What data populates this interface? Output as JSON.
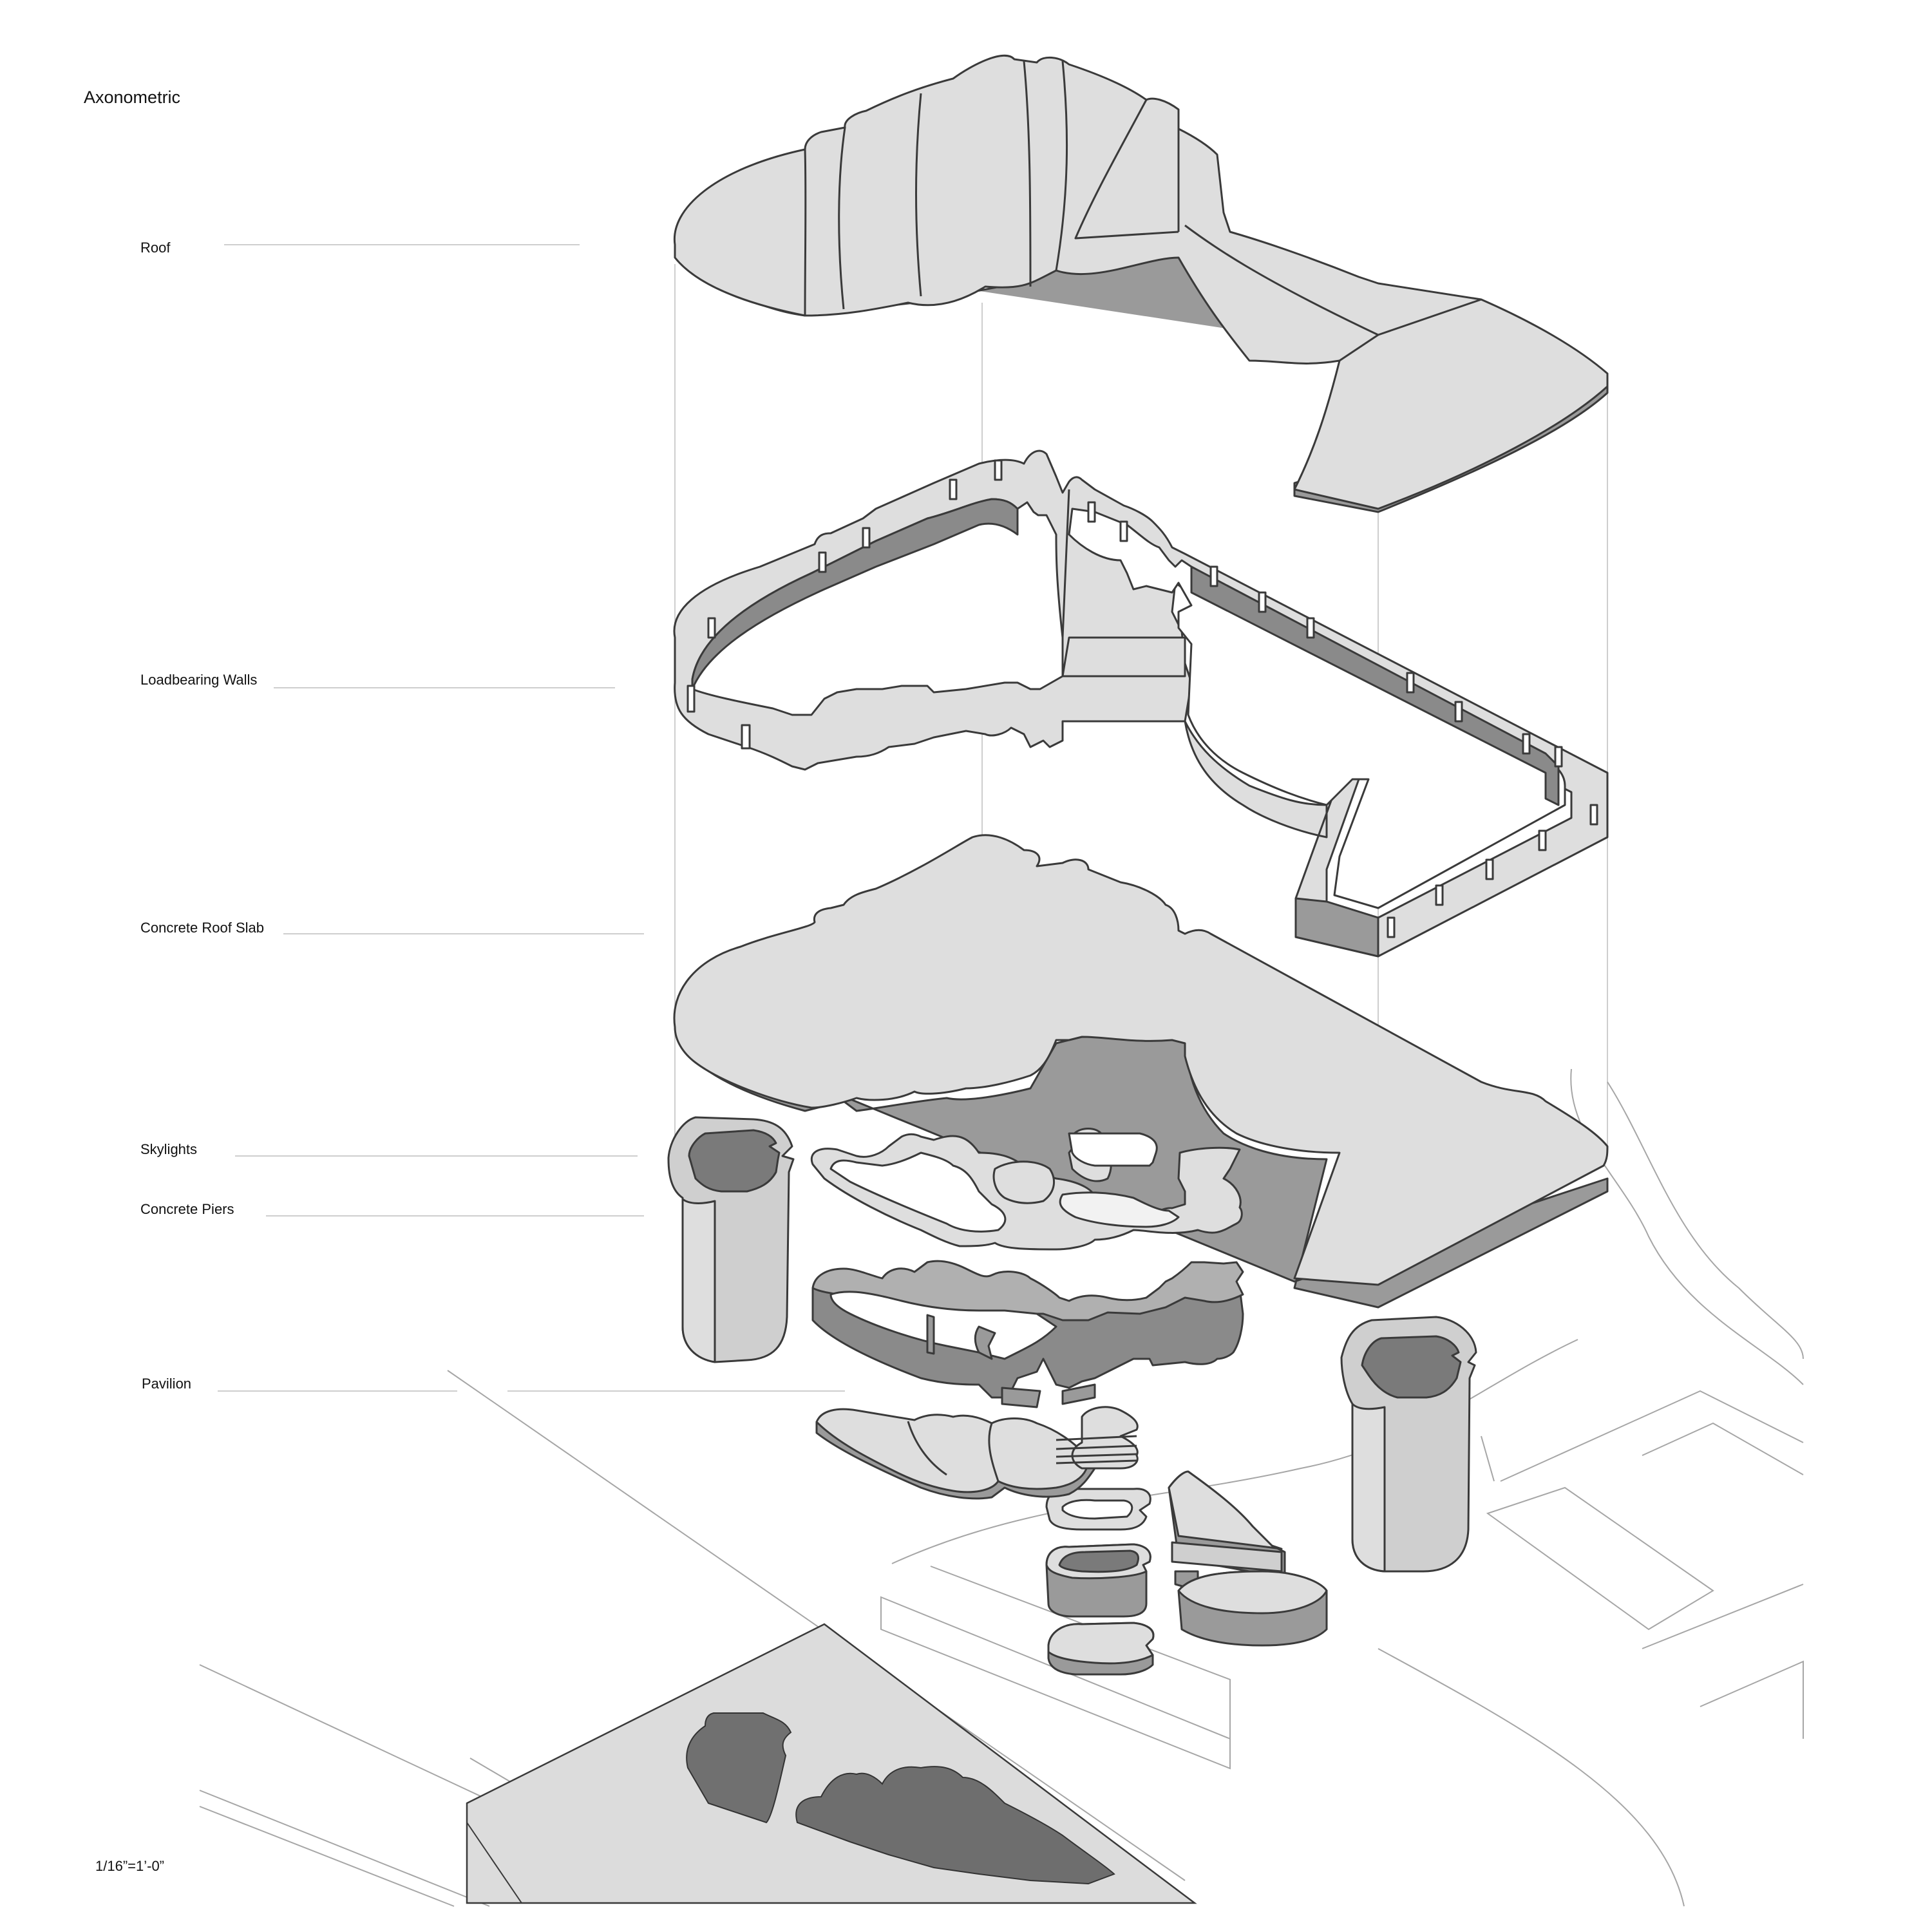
{
  "title": "Axonometric",
  "scale": "1/16”=1’-0”",
  "labels": {
    "roof": "Roof",
    "walls": "Loadbearing Walls",
    "slab": "Concrete Roof Slab",
    "skylights": "Skylights",
    "piers": "Concrete Piers",
    "pavilion": "Pavilion"
  },
  "colors": {
    "top_face": "#dedede",
    "side_face": "#9a9a9a",
    "inner_dark": "#7a7a7a",
    "outline": "#3a3a3a",
    "guide": "#b8b8b8",
    "site_line": "#9c9c9c"
  }
}
